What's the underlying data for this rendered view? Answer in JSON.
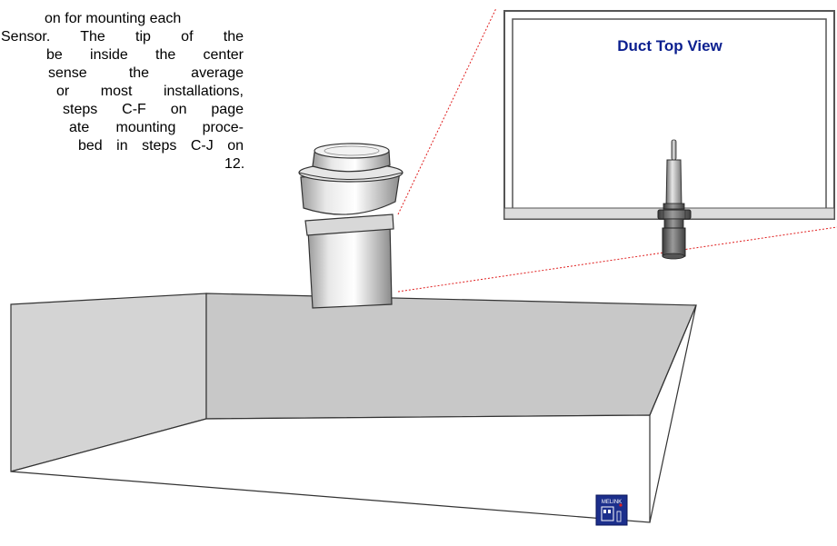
{
  "text_lines": [
    "on for mounting each",
    "Sensor. The tip of the",
    "be inside the center",
    "sense the average",
    "or most installations,",
    "steps C-F on page",
    "ate mounting proce-",
    "bed in steps C-J on",
    "12."
  ],
  "inset": {
    "title": "Duct Top View"
  },
  "device": {
    "brand": "MELINK"
  },
  "colors": {
    "title_blue": "#0b1f8f",
    "callout_red": "#e02020",
    "duct_gray": "#c8c8c8"
  }
}
